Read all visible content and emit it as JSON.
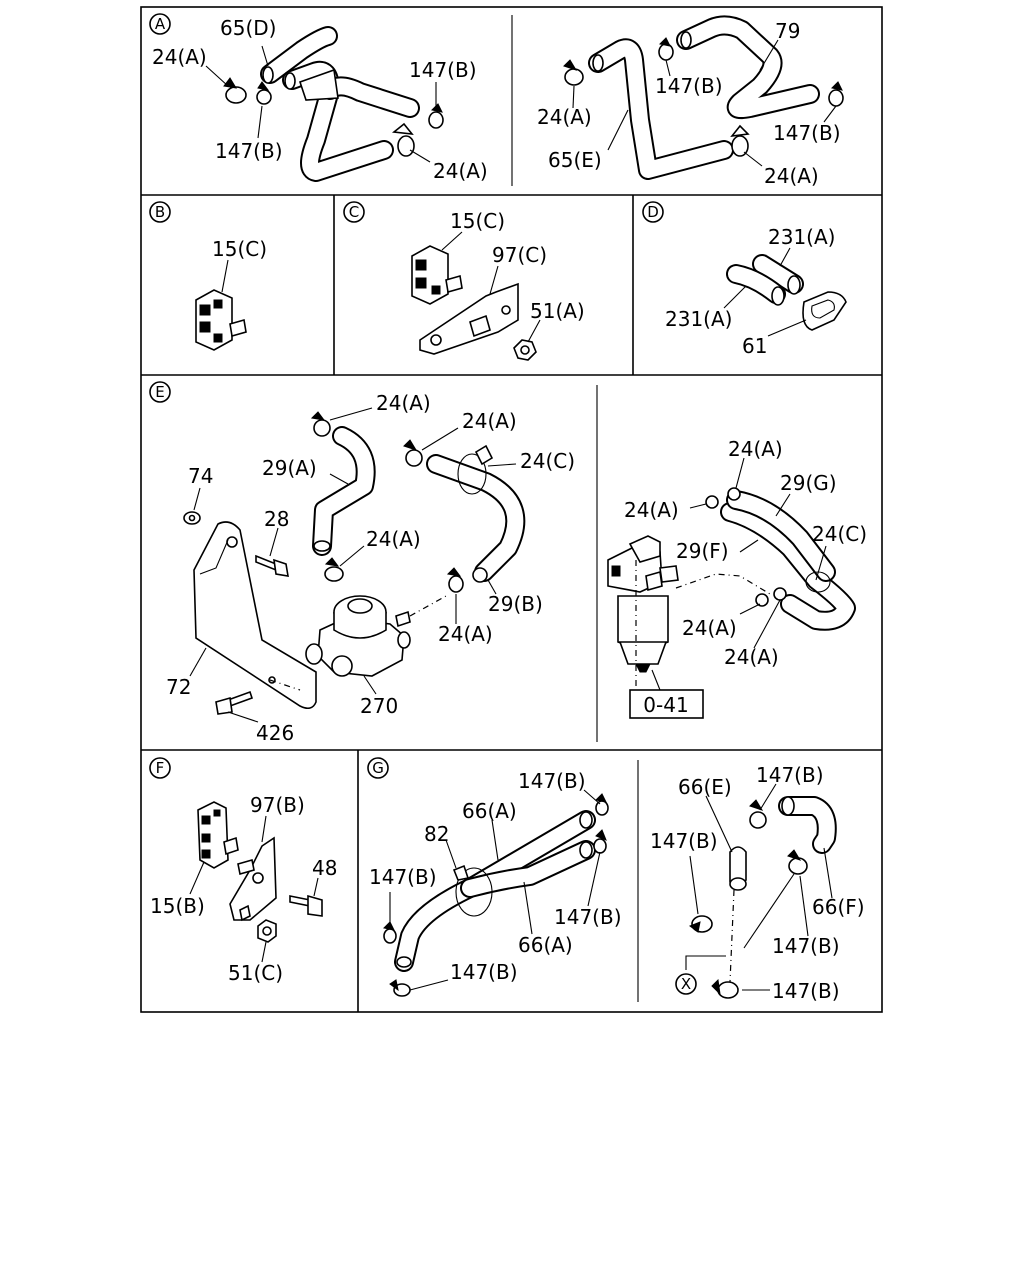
{
  "panels": {
    "A": {
      "tag": "A",
      "labels": [
        "65(D)",
        "24(A)",
        "147(B)",
        "147(B)",
        "24(A)",
        "79",
        "24(A)",
        "147(B)",
        "147(B)",
        "65(E)",
        "24(A)"
      ]
    },
    "B": {
      "tag": "B",
      "labels": [
        "15(C)"
      ]
    },
    "C": {
      "tag": "C",
      "labels": [
        "15(C)",
        "97(C)",
        "51(A)"
      ]
    },
    "D": {
      "tag": "D",
      "labels": [
        "231(A)",
        "231(A)",
        "61"
      ]
    },
    "E": {
      "tag": "E",
      "labels": [
        "24(A)",
        "24(A)",
        "29(A)",
        "24(C)",
        "74",
        "28",
        "24(A)",
        "29(B)",
        "24(A)",
        "72",
        "270",
        "426",
        "24(A)",
        "29(G)",
        "24(A)",
        "29(F)",
        "24(C)",
        "24(A)",
        "24(A)",
        "0-41"
      ]
    },
    "F": {
      "tag": "F",
      "labels": [
        "97(B)",
        "48",
        "15(B)",
        "51(C)"
      ]
    },
    "G": {
      "tag": "G",
      "labels": [
        "147(B)",
        "66(A)",
        "82",
        "147(B)",
        "147(B)",
        "66(A)",
        "147(B)",
        "66(E)",
        "147(B)",
        "147(B)",
        "66(F)",
        "147(B)",
        "X",
        "147(B)"
      ]
    }
  }
}
